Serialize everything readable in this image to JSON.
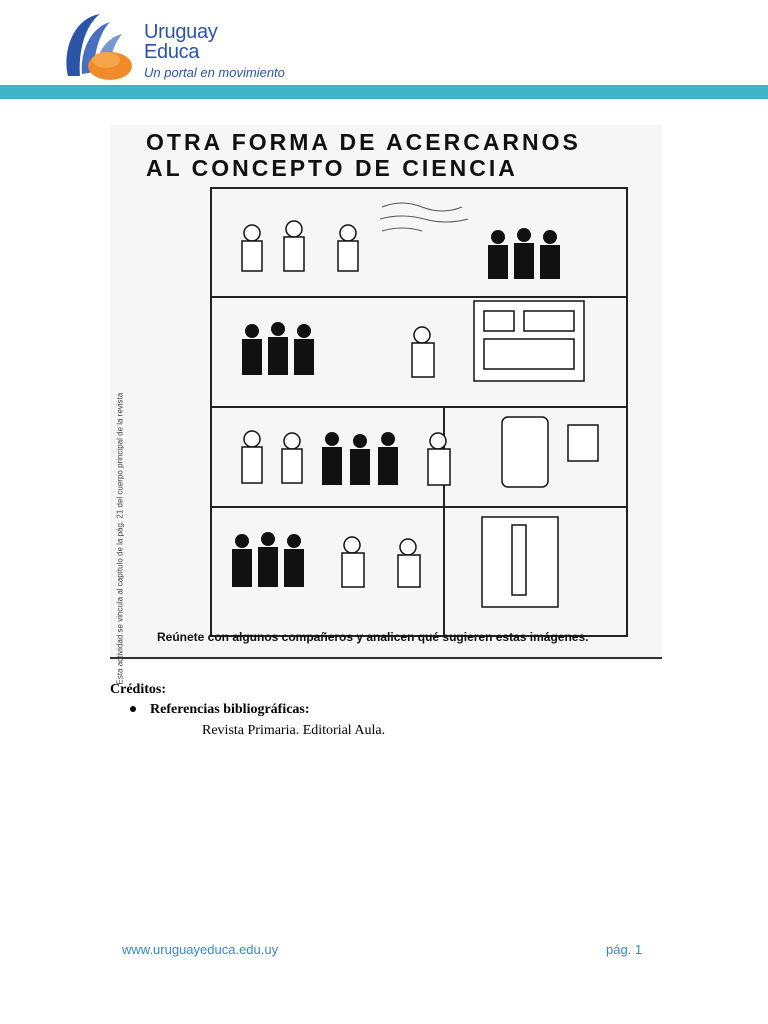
{
  "header": {
    "logo_line1": "Uruguay",
    "logo_line2": "Educa",
    "logo_tagline": "Un portal en movimiento",
    "band_color": "#3fb4c6",
    "brand_color": "#2b54a6",
    "logo_icon": "uruguay-educa-logo-icon"
  },
  "figure": {
    "title_line1": "OTRA FORMA DE ACERCARNOS",
    "title_line2": "AL CONCEPTO DE CIENCIA",
    "side_note": "Esta actividad se vincula al capítulo de la pág. 21 del cuerpo principal de la revista",
    "caption": "Reúnete con algunos compañeros y analicen qué sugieren estas imágenes."
  },
  "credits": {
    "label": "Créditos:",
    "references_label": "Referencias bibliográficas:",
    "references": [
      "Revista Primaria. Editorial Aula."
    ]
  },
  "footer": {
    "url": "www.uruguayeduca.edu.uy",
    "page": "pág. 1",
    "link_color": "#3a86c9"
  }
}
